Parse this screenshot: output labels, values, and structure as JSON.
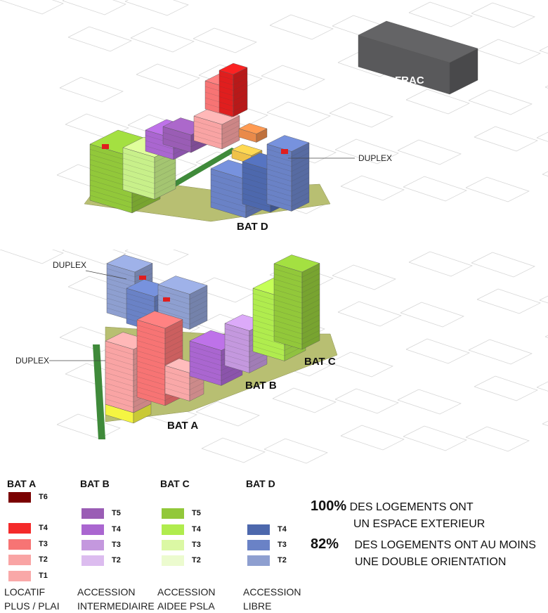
{
  "top_view": {
    "labels": {
      "bat_d": "BAT D",
      "duplex": "DUPLEX",
      "frac": "FRAC"
    }
  },
  "bottom_view": {
    "labels": {
      "duplex_1": "DUPLEX",
      "duplex_2": "DUPLEX",
      "bat_a": "BAT A",
      "bat_b": "BAT B",
      "bat_c": "BAT C"
    }
  },
  "legend": [
    {
      "title": "BAT A",
      "tenure": [
        "LOCATIF",
        "PLUS / PLAI"
      ],
      "items": [
        {
          "label": "T6",
          "color": "#7a0000"
        },
        {
          "label": "T4",
          "color": "#f42a2a"
        },
        {
          "label": "T3",
          "color": "#f77474"
        },
        {
          "label": "T2",
          "color": "#f9a4a4"
        },
        {
          "label": "T1",
          "color": "#f9a8a8"
        }
      ]
    },
    {
      "title": "BAT B",
      "tenure": [
        "ACCESSION",
        "INTERMEDIAIRE"
      ],
      "items": [
        {
          "label": "T5",
          "color": "#9a5db5"
        },
        {
          "label": "T4",
          "color": "#aa66d0"
        },
        {
          "label": "T3",
          "color": "#c498de"
        },
        {
          "label": "T2",
          "color": "#dcbcef"
        }
      ]
    },
    {
      "title": "BAT C",
      "tenure": [
        "ACCESSION",
        "AIDEE PSLA"
      ],
      "items": [
        {
          "label": "T5",
          "color": "#92c83a"
        },
        {
          "label": "T4",
          "color": "#b0ec4e"
        },
        {
          "label": "T3",
          "color": "#dbf8a4"
        },
        {
          "label": "T2",
          "color": "#ecfbcf"
        }
      ]
    },
    {
      "title": "BAT D",
      "tenure": [
        "ACCESSION",
        "LIBRE"
      ],
      "items": [
        {
          "label": "T4",
          "color": "#4d68ad"
        },
        {
          "label": "T3",
          "color": "#6a82c6"
        },
        {
          "label": "T2",
          "color": "#8e9fd0"
        }
      ]
    }
  ],
  "stats": [
    {
      "value": "100%",
      "line1": "DES LOGEMENTS ONT",
      "line2": "UN ESPACE EXTERIEUR"
    },
    {
      "value": "82%",
      "line1": "DES LOGEMENTS ONT AU MOINS",
      "line2": "UNE DOUBLE ORIENTATION"
    }
  ]
}
